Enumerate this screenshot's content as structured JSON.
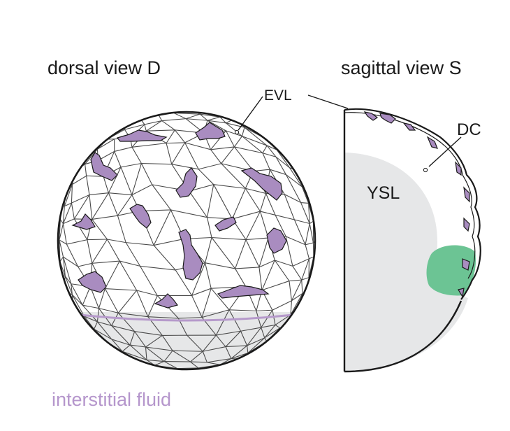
{
  "dorsal": {
    "title": "dorsal view D"
  },
  "sagittal": {
    "title": "sagittal view S"
  },
  "labels": {
    "evl": "EVL",
    "dc": "DC",
    "ysl": "YSL",
    "interstitial": "interstitial fluid"
  },
  "colors": {
    "outline": "#1a1a1a",
    "cell_line": "#4a4a4a",
    "dfc_fill": "#a98cc0",
    "interstitial_line": "#b69acb",
    "interstitial_text": "#b596cc",
    "yolk_fill": "#e6e7e8",
    "kv_fill": "#6cc494",
    "text": "#1a1a1a"
  }
}
